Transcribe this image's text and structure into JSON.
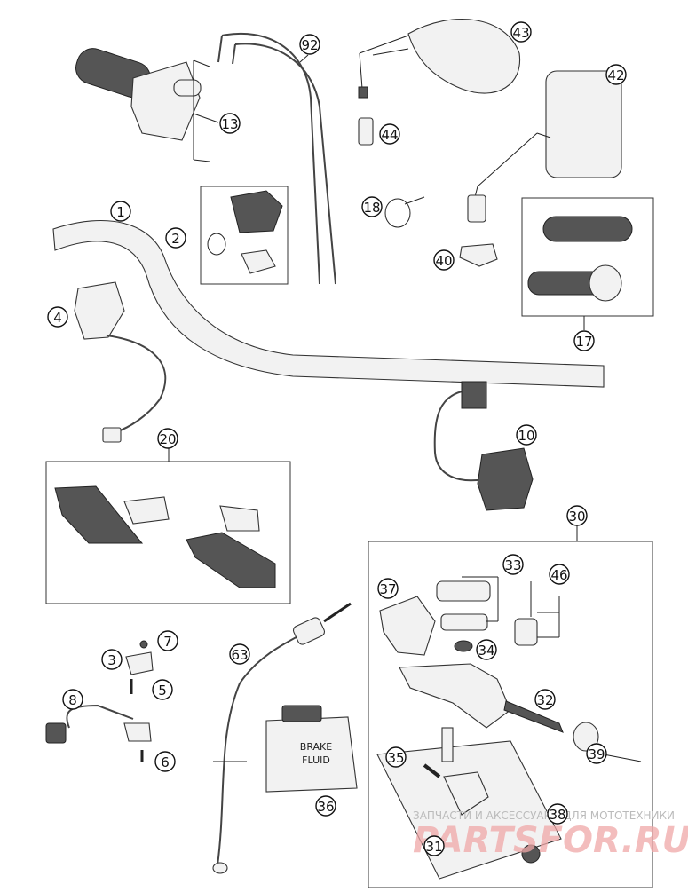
{
  "diagram": {
    "callouts": [
      {
        "id": "c92",
        "label": "92"
      },
      {
        "id": "c43",
        "label": "43"
      },
      {
        "id": "c13",
        "label": "13"
      },
      {
        "id": "c44",
        "label": "44"
      },
      {
        "id": "c42",
        "label": "42"
      },
      {
        "id": "c1",
        "label": "1"
      },
      {
        "id": "c2",
        "label": "2"
      },
      {
        "id": "c18",
        "label": "18"
      },
      {
        "id": "c40",
        "label": "40"
      },
      {
        "id": "c4",
        "label": "4"
      },
      {
        "id": "c17",
        "label": "17"
      },
      {
        "id": "c20",
        "label": "20"
      },
      {
        "id": "c10",
        "label": "10"
      },
      {
        "id": "c30",
        "label": "30"
      },
      {
        "id": "c33",
        "label": "33"
      },
      {
        "id": "c46",
        "label": "46"
      },
      {
        "id": "c37",
        "label": "37"
      },
      {
        "id": "c7",
        "label": "7"
      },
      {
        "id": "c3",
        "label": "3"
      },
      {
        "id": "c63",
        "label": "63"
      },
      {
        "id": "c34",
        "label": "34"
      },
      {
        "id": "c5",
        "label": "5"
      },
      {
        "id": "c8",
        "label": "8"
      },
      {
        "id": "c32",
        "label": "32"
      },
      {
        "id": "c6",
        "label": "6"
      },
      {
        "id": "c35",
        "label": "35"
      },
      {
        "id": "c39",
        "label": "39"
      },
      {
        "id": "c36",
        "label": "36"
      },
      {
        "id": "c38",
        "label": "38"
      },
      {
        "id": "c31",
        "label": "31"
      }
    ],
    "bottle_label": [
      "BRAKE",
      "FLUID"
    ],
    "watermark": {
      "line1": "ЗАПЧАСТИ И АКСЕССУАРЫ ДЛЯ МОТОТЕХНИКИ",
      "line2": "PARTSFOR.RU"
    }
  }
}
